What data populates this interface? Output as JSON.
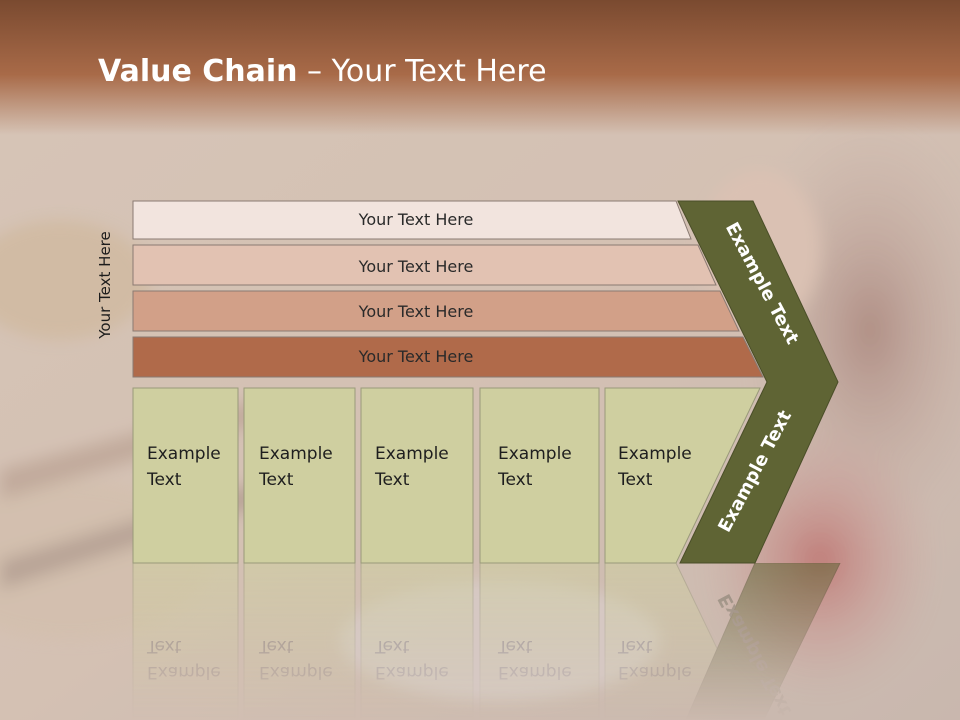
{
  "slide": {
    "title_bold": "Value Chain",
    "title_rest": " – Your Text Here",
    "side_label": "Your Text Here"
  },
  "bars": [
    {
      "label": "Your Text Here",
      "color": "#f2e4de"
    },
    {
      "label": "Your Text Here",
      "color": "#e2c2b2"
    },
    {
      "label": "Your Text Here",
      "color": "#d2a088"
    },
    {
      "label": "Your Text Here",
      "color": "#b06a4a"
    }
  ],
  "boxes": [
    {
      "line1": "Example",
      "line2": "Text"
    },
    {
      "line1": "Example",
      "line2": "Text"
    },
    {
      "line1": "Example",
      "line2": "Text"
    },
    {
      "line1": "Example",
      "line2": "Text"
    },
    {
      "line1": "Example",
      "line2": "Text"
    }
  ],
  "arrow": {
    "upper_label": "Example Text",
    "lower_label": "Example Text",
    "color": "#5f6434"
  },
  "colors": {
    "header": "#a86a48",
    "box_fill": "#cfcfa0"
  }
}
